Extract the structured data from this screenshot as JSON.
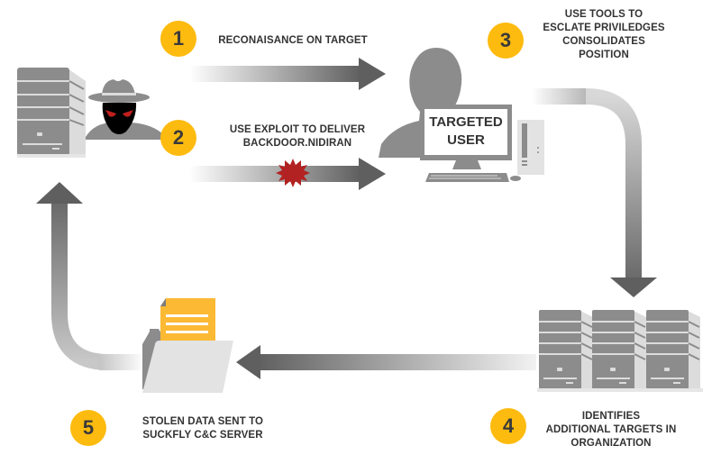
{
  "diagram": {
    "steps": [
      {
        "number": "1",
        "label": "RECONAISANCE ON TARGET"
      },
      {
        "number": "2",
        "label_lines": [
          "USE EXPLOIT TO DELIVER",
          "BACKDOOR.NIDIRAN"
        ]
      },
      {
        "number": "3",
        "label_lines": [
          "USE TOOLS TO",
          "ESCLATE PRIVILEDGES",
          "CONSOLIDATES",
          "POSITION"
        ]
      },
      {
        "number": "4",
        "label_lines": [
          "IDENTIFIES",
          "ADDITIONAL TARGETS IN",
          "ORGANIZATION"
        ]
      },
      {
        "number": "5",
        "label_lines": [
          "STOLEN DATA SENT TO",
          "SUCKFLY C&C SERVER"
        ]
      }
    ],
    "targeted_user": {
      "line1": "TARGETED",
      "line2": "USER"
    },
    "icons": {
      "attacker_server": "server-tower-icon",
      "attacker": "hacker-icon",
      "target": "user-at-computer-icon",
      "exploit": "explosion-icon",
      "org_servers": "server-rack-icon",
      "stolen_data": "folder-document-icon"
    },
    "colors": {
      "badge": "#fdbb0f",
      "arrow": "#666666",
      "exploit": "#b22222",
      "icon_gray": "#8c8c8c",
      "document": "#fbb934"
    }
  }
}
